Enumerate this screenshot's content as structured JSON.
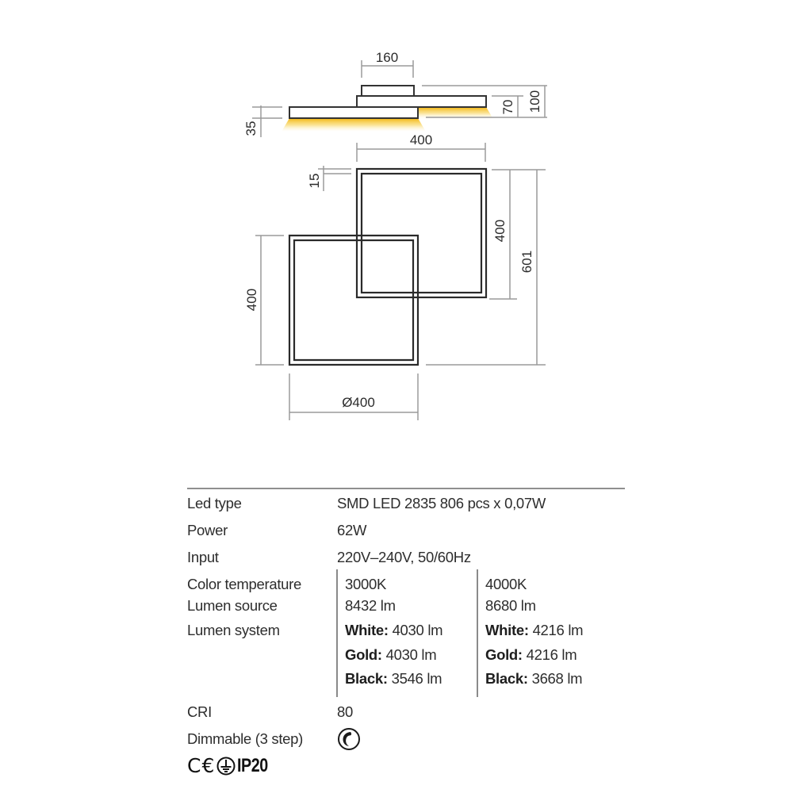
{
  "drawing": {
    "side_view": {
      "width_top_block": "160",
      "height_total": "100",
      "height_mid": "70",
      "height_frame": "35",
      "light_color": "#f5b800"
    },
    "front_view": {
      "width_top_square": "400",
      "frame_thickness": "15",
      "height_top_square": "400",
      "height_total": "601",
      "height_bottom_square": "400",
      "width_bottom_square": "Ø400"
    }
  },
  "specs": {
    "led_type": {
      "label": "Led type",
      "value": "SMD LED 2835 806 pcs x 0,07W"
    },
    "power": {
      "label": "Power",
      "value": "62W"
    },
    "input": {
      "label": "Input",
      "value": "220V–240V, 50/60Hz"
    },
    "color_temperature": {
      "label": "Color temperature",
      "values": [
        "3000K",
        "4000K"
      ]
    },
    "lumen_source": {
      "label": "Lumen source",
      "values": [
        "8432 lm",
        "8680 lm"
      ]
    },
    "lumen_system": {
      "label": "Lumen system",
      "columns": [
        [
          {
            "key": "White:",
            "value": "4030 lm"
          },
          {
            "key": "Gold:",
            "value": "4030 lm"
          },
          {
            "key": "Black:",
            "value": "3546 lm"
          }
        ],
        [
          {
            "key": "White:",
            "value": "4216 lm"
          },
          {
            "key": "Gold:",
            "value": "4216 lm"
          },
          {
            "key": "Black:",
            "value": "3668 lm"
          }
        ]
      ]
    },
    "cri": {
      "label": "CRI",
      "value": "80"
    },
    "dimmable": {
      "label": "Dimmable (3 step)",
      "icon": "dimmable-switch-icon"
    },
    "certifications": {
      "ce": "C€",
      "earth_icon": "protective-earth-icon",
      "ip": "IP20"
    }
  }
}
